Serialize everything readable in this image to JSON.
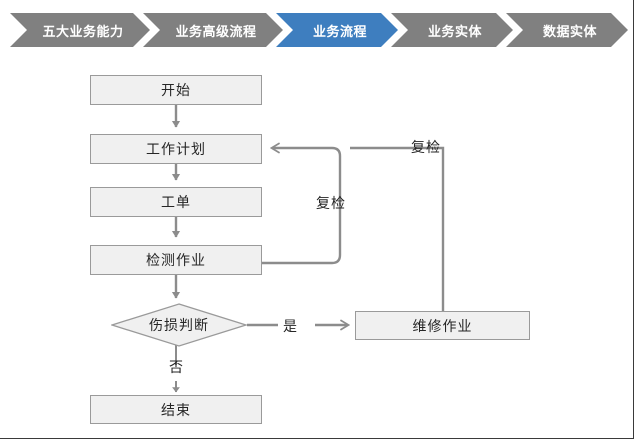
{
  "breadcrumb": {
    "items": [
      {
        "label": "五大业务能力",
        "active": false
      },
      {
        "label": "业务高级流程",
        "active": false
      },
      {
        "label": "业务流程",
        "active": true
      },
      {
        "label": "业务实体",
        "active": false
      },
      {
        "label": "数据实体",
        "active": false
      }
    ],
    "colors": {
      "inactive": "#808080",
      "active": "#3E7EBF",
      "text": "#FFFFFF"
    }
  },
  "flowchart": {
    "colors": {
      "node_fill": "#F0F0F0",
      "node_border": "#9A9A9A",
      "connector": "#8C8C8C",
      "text": "#262626",
      "background": "#FFFFFF"
    },
    "nodes": {
      "start": "开始",
      "work_plan": "工作计划",
      "work_order": "工单",
      "inspection_task": "检测作业",
      "damage_decision": "伤损判断",
      "maintenance_task": "维修作业",
      "end": "结束"
    },
    "edge_labels": {
      "yes": "是",
      "no": "否",
      "reinspect_inner": "复检",
      "reinspect_outer": "复检"
    }
  }
}
